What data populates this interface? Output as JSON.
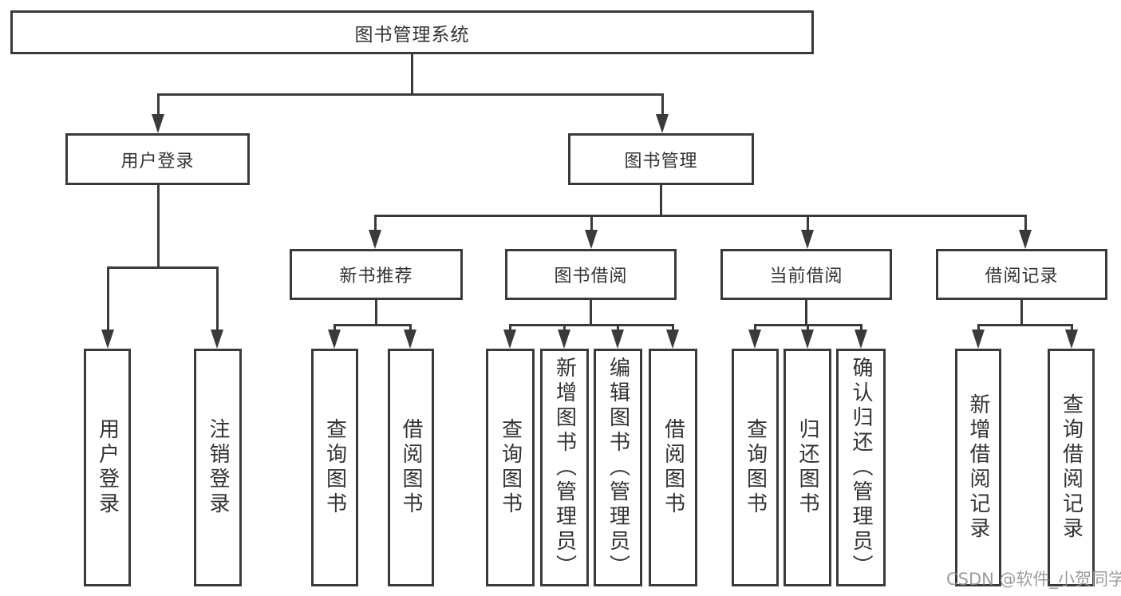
{
  "tree": {
    "label": "图书管理系统",
    "children": [
      {
        "label": "用户登录",
        "children": [
          {
            "label": "用户登录"
          },
          {
            "label": "注销登录"
          }
        ]
      },
      {
        "label": "图书管理",
        "children": [
          {
            "label": "新书推荐",
            "children": [
              {
                "label": "查询图书"
              },
              {
                "label": "借阅图书"
              }
            ]
          },
          {
            "label": "图书借阅",
            "children": [
              {
                "label": "查询图书"
              },
              {
                "label": "新增图书（管理员）"
              },
              {
                "label": "编辑图书（管理员）"
              },
              {
                "label": "借阅图书"
              }
            ]
          },
          {
            "label": "当前借阅",
            "children": [
              {
                "label": "查询图书"
              },
              {
                "label": "归还图书"
              },
              {
                "label": "确认归还（管理员）"
              }
            ]
          },
          {
            "label": "借阅记录",
            "children": [
              {
                "label": "新增借阅记录"
              },
              {
                "label": "查询借阅记录"
              }
            ]
          }
        ]
      }
    ]
  },
  "watermark": "CSDN @软件_小贺同学",
  "colors": {
    "line": "#3a3a3a",
    "text": "#333333",
    "background": "#ffffff",
    "watermark": "#919191"
  }
}
